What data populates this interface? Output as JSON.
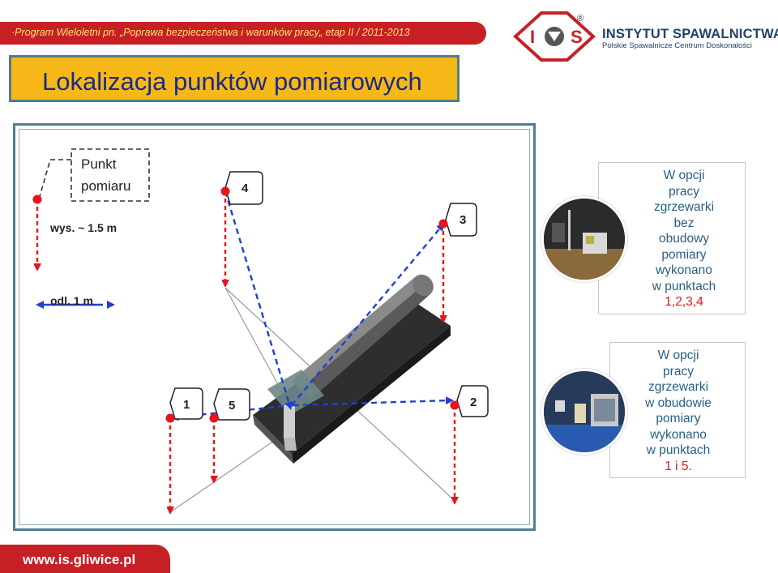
{
  "header": {
    "program_text": "·Program Wieloletni pn. „Poprawa bezpieczeństwa i warunków pracy„ etap II  / 2011-2013",
    "logo_name": "INSTYTUT SPAWALNICTWA",
    "logo_sub": "Polskie Spawalnicze Centrum Doskonałości",
    "logo_letters": [
      "I",
      "S"
    ],
    "logo_registered": "®"
  },
  "title": "Lokalizacja punktów pomiarowych",
  "diagram": {
    "legend_box_line1": "Punkt",
    "legend_box_line2": "pomiaru",
    "height_label": "wys. ~ 1.5 m",
    "distance_label": "odl. 1 m",
    "points": [
      "1",
      "2",
      "3",
      "4",
      "5"
    ]
  },
  "callouts": [
    {
      "lines": [
        "W opcji",
        "pracy",
        "zgrzewarki",
        "bez",
        "obudowy",
        "pomiary",
        "wykonano",
        "w punktach",
        "1,2,3,4"
      ],
      "photo_icon": "welding-machine-without-enclosure-photo"
    },
    {
      "lines": [
        "W opcji",
        "pracy",
        "zgrzewarki",
        "w obudowie",
        "pomiary",
        "wykonano",
        "w punktach",
        "1 i 5."
      ],
      "photo_icon": "welding-machine-in-enclosure-photo"
    }
  ],
  "footer": {
    "url": "www.is.gliwice.pl"
  },
  "colors": {
    "brand_red": "#c62026",
    "title_bg": "#f6b817",
    "title_text": "#1a2a8a",
    "frame_border": "#4f7f95",
    "callout_text": "#285f84",
    "measure_point": "#e8141b",
    "path_blue": "#1f3fd6"
  }
}
